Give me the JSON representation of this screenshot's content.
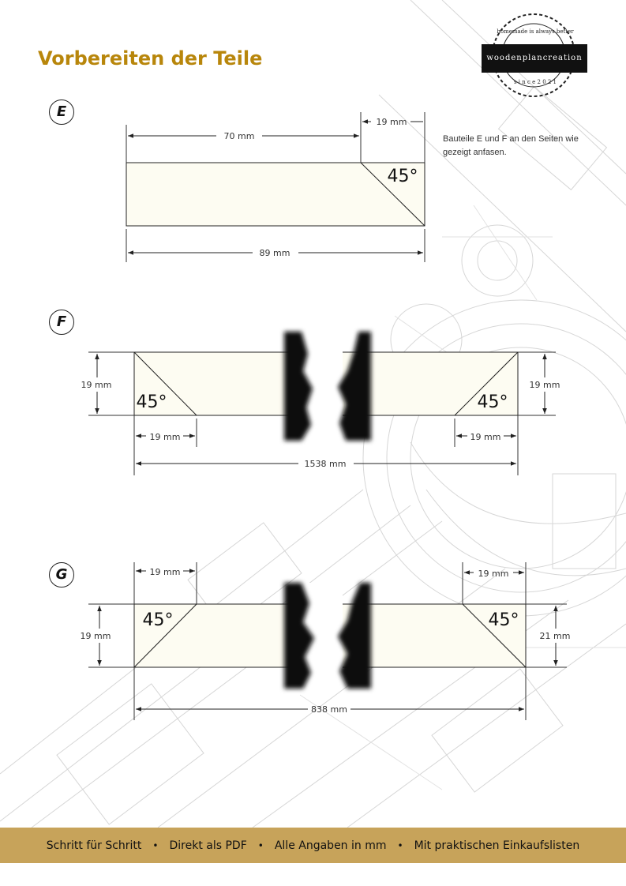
{
  "page_title": "Vorbereiten der Teile",
  "logo": {
    "name": "woodenplancreation",
    "slogan": "homemade is always better",
    "since": "s i n c e 2 0 2 1"
  },
  "note": "Bauteile E und F an den Seiten wie gezeigt anfasen.",
  "parts": {
    "E": {
      "label": "E",
      "dim_top": "70 mm",
      "dim_cut": "19 mm",
      "dim_bottom": "89 mm",
      "angle": "45°"
    },
    "F": {
      "label": "F",
      "dim_left_height": "19 mm",
      "dim_right_height": "19 mm",
      "dim_left_cut": "19 mm",
      "dim_right_cut": "19 mm",
      "dim_total": "1538 mm",
      "angle_left": "45°",
      "angle_right": "45°"
    },
    "G": {
      "label": "G",
      "dim_left_cut": "19 mm",
      "dim_right_cut": "19 mm",
      "dim_left_height": "19 mm",
      "dim_right_height": "21 mm",
      "dim_total": "838 mm",
      "angle_left": "45°",
      "angle_right": "45°"
    }
  },
  "footer": {
    "items": [
      "Schritt für Schritt",
      "Direkt als PDF",
      "Alle Angaben in mm",
      "Mit praktischen Einkaufslisten"
    ],
    "separator": "•"
  },
  "colors": {
    "accent": "#b8860b",
    "footer_band": "#c7a35a",
    "board_fill": "#fdfcf2"
  }
}
